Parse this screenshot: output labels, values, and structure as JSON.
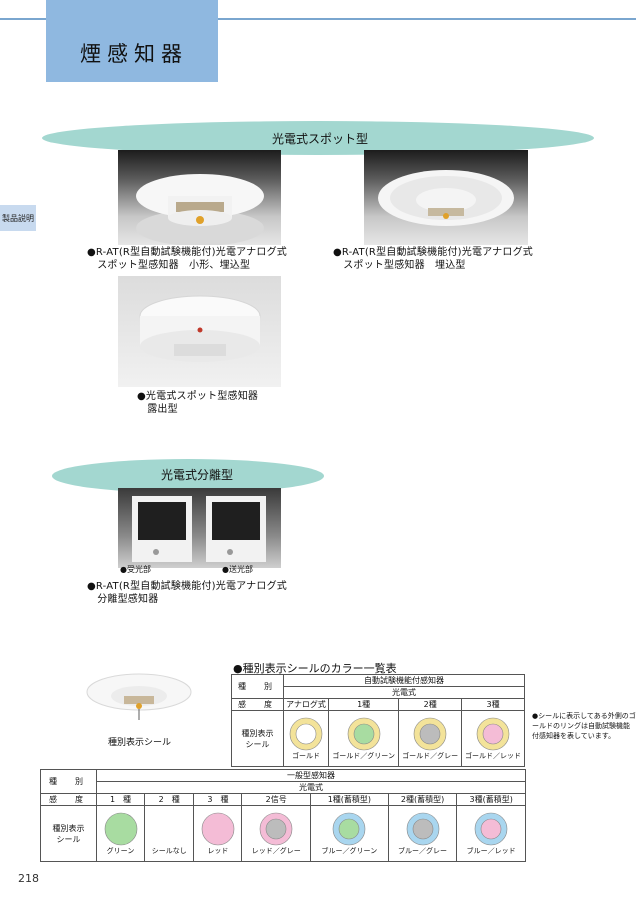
{
  "header": {
    "title": "煙感知器",
    "side_tab": "製品説明"
  },
  "sections": {
    "spot": "光電式スポット型",
    "separate": "光電式分離型"
  },
  "products": [
    {
      "line1": "●R-AT(R型自動試験機能付)光電アナログ式",
      "line2": "　スポット型感知器　小形、埋込型"
    },
    {
      "line1": "●R-AT(R型自動試験機能付)光電アナログ式",
      "line2": "　スポット型感知器　埋込型"
    },
    {
      "line1": "●光電式スポット型感知器",
      "line2": "　露出型"
    },
    {
      "line1": "●R-AT(R型自動試験機能付)光電アナログ式",
      "line2": "　分離型感知器"
    }
  ],
  "separate_parts": {
    "receiver": "●受光部",
    "transmitter": "●送光部"
  },
  "seal": {
    "section_title": "●種別表示シールのカラー一覧表",
    "label_caption": "種別表示シール",
    "note": "●シールに表示してある外側のゴールドのリングは自動試験機能付感知器を表しています。"
  },
  "table1": {
    "row_kind": "種　別",
    "row_sensitivity": "感　度",
    "row_seal": "種別表示シール",
    "group_header": "自動試験機能付感知器",
    "sub_header": "光電式",
    "columns": [
      {
        "sens": "アナログ式",
        "color": "ゴールド",
        "outer": "#f3e39a",
        "inner": "#ffffff"
      },
      {
        "sens": "1種",
        "color": "ゴールド／グリーン",
        "outer": "#f3e39a",
        "inner": "#a8dca1"
      },
      {
        "sens": "2種",
        "color": "ゴールド／グレー",
        "outer": "#f3e39a",
        "inner": "#bcbcbc"
      },
      {
        "sens": "3種",
        "color": "ゴールド／レッド",
        "outer": "#f3e39a",
        "inner": "#f4bcd6"
      }
    ]
  },
  "table2": {
    "row_kind": "種　別",
    "row_sensitivity": "感　度",
    "row_seal": "種別表示シール",
    "group_header": "一般型感知器",
    "sub_header": "光電式",
    "columns": [
      {
        "sens": "1　種",
        "color": "グリーン",
        "outer": "#a8dca1",
        "inner": ""
      },
      {
        "sens": "2　種",
        "color": "シールなし",
        "outer": "",
        "inner": ""
      },
      {
        "sens": "3　種",
        "color": "レッド",
        "outer": "#f4bcd6",
        "inner": ""
      },
      {
        "sens": "2信号",
        "color": "レッド／グレー",
        "outer": "#f4bcd6",
        "inner": "#bcbcbc"
      },
      {
        "sens": "1種(蓄積型)",
        "color": "ブルー／グリーン",
        "outer": "#a9d6ef",
        "inner": "#a8dca1"
      },
      {
        "sens": "2種(蓄積型)",
        "color": "ブルー／グレー",
        "outer": "#a9d6ef",
        "inner": "#bcbcbc"
      },
      {
        "sens": "3種(蓄積型)",
        "color": "ブルー／レッド",
        "outer": "#a9d6ef",
        "inner": "#f4bcd6"
      }
    ]
  },
  "page_number": "218"
}
